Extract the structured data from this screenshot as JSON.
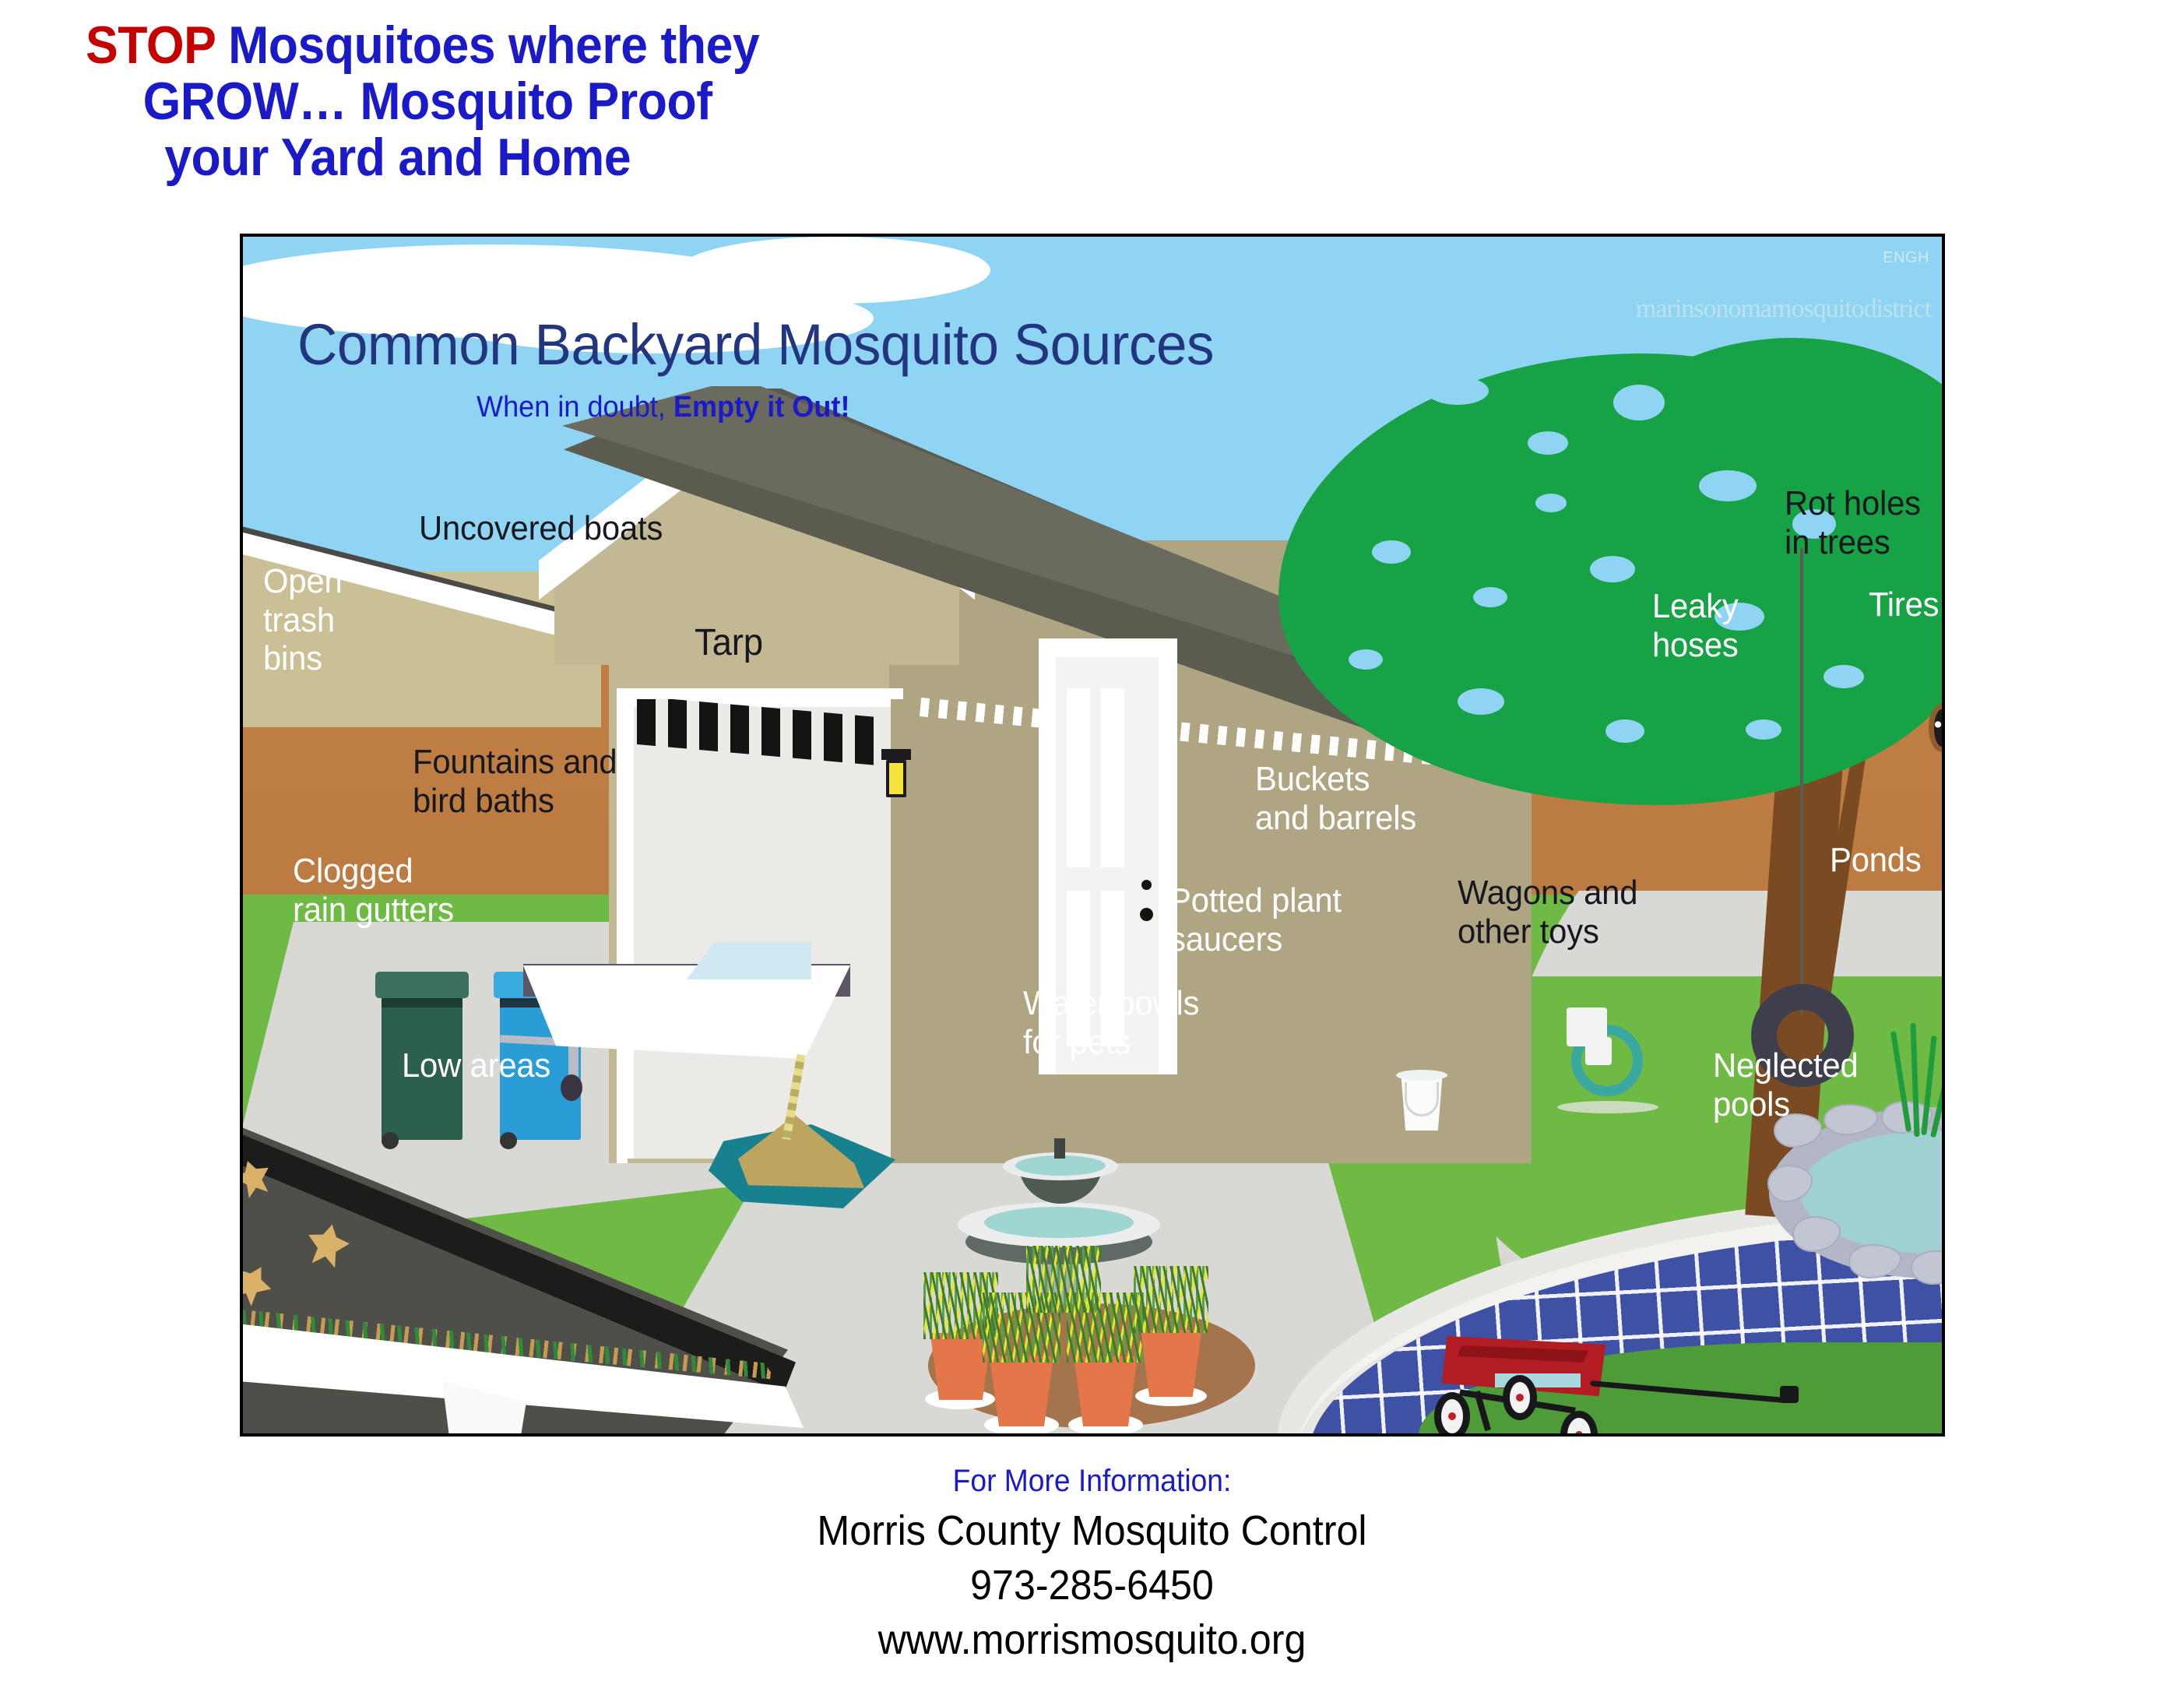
{
  "headline": {
    "stop": "STOP",
    "line1_rest": " Mosquitoes where they",
    "line2": "GROW… Mosquito Proof",
    "line3": "your Yard and Home",
    "stop_color": "#c40000",
    "text_color": "#1a1ac8"
  },
  "poster": {
    "title": "Common Backyard Mosquito Sources",
    "subtitle_plain": "When in doubt, ",
    "subtitle_bold": "Empty it Out!",
    "title_color": "#22357f",
    "subtitle_color": "#1a1ac8",
    "watermark_brand": "marinsonomamosquitodistrict",
    "watermark_code": "ENGH",
    "sky_color": "#8fd4f2",
    "grass_color": "#6fba45",
    "fence_color": "#c07f42",
    "concrete_color": "#d8d8d4",
    "labels": [
      {
        "id": "uncovered-boats",
        "text": "Uncovered boats",
        "color": "dark"
      },
      {
        "id": "open-trash-bins",
        "text": "Open\ntrash\nbins",
        "color": "white"
      },
      {
        "id": "tarp",
        "text": "Tarp",
        "color": "dark"
      },
      {
        "id": "rot-holes-in-trees",
        "text": "Rot holes\nin trees",
        "color": "dark"
      },
      {
        "id": "tires",
        "text": "Tires",
        "color": "white"
      },
      {
        "id": "leaky-hoses",
        "text": "Leaky\nhoses",
        "color": "white"
      },
      {
        "id": "fountains-bird-baths",
        "text": "Fountains and\nbird baths",
        "color": "dark"
      },
      {
        "id": "buckets-and-barrels",
        "text": "Buckets\nand barrels",
        "color": "white"
      },
      {
        "id": "clogged-rain-gutters",
        "text": "Clogged\nrain gutters",
        "color": "white"
      },
      {
        "id": "potted-plant-saucers",
        "text": "Potted plant\nsaucers",
        "color": "white"
      },
      {
        "id": "wagons-and-other-toys",
        "text": "Wagons and\nother toys",
        "color": "dark"
      },
      {
        "id": "ponds",
        "text": "Ponds",
        "color": "white"
      },
      {
        "id": "water-bowls-for-pets",
        "text": "Water bowls\nfor pets",
        "color": "white"
      },
      {
        "id": "low-areas",
        "text": "Low areas",
        "color": "white"
      },
      {
        "id": "neglected-pools",
        "text": "Neglected pools",
        "color": "white"
      }
    ]
  },
  "footer": {
    "more_info": "For More Information:",
    "org": "Morris County Mosquito Control",
    "phone": "973-285-6450",
    "website": "www.morrismosquito.org",
    "more_info_color": "#1a1ac8"
  }
}
